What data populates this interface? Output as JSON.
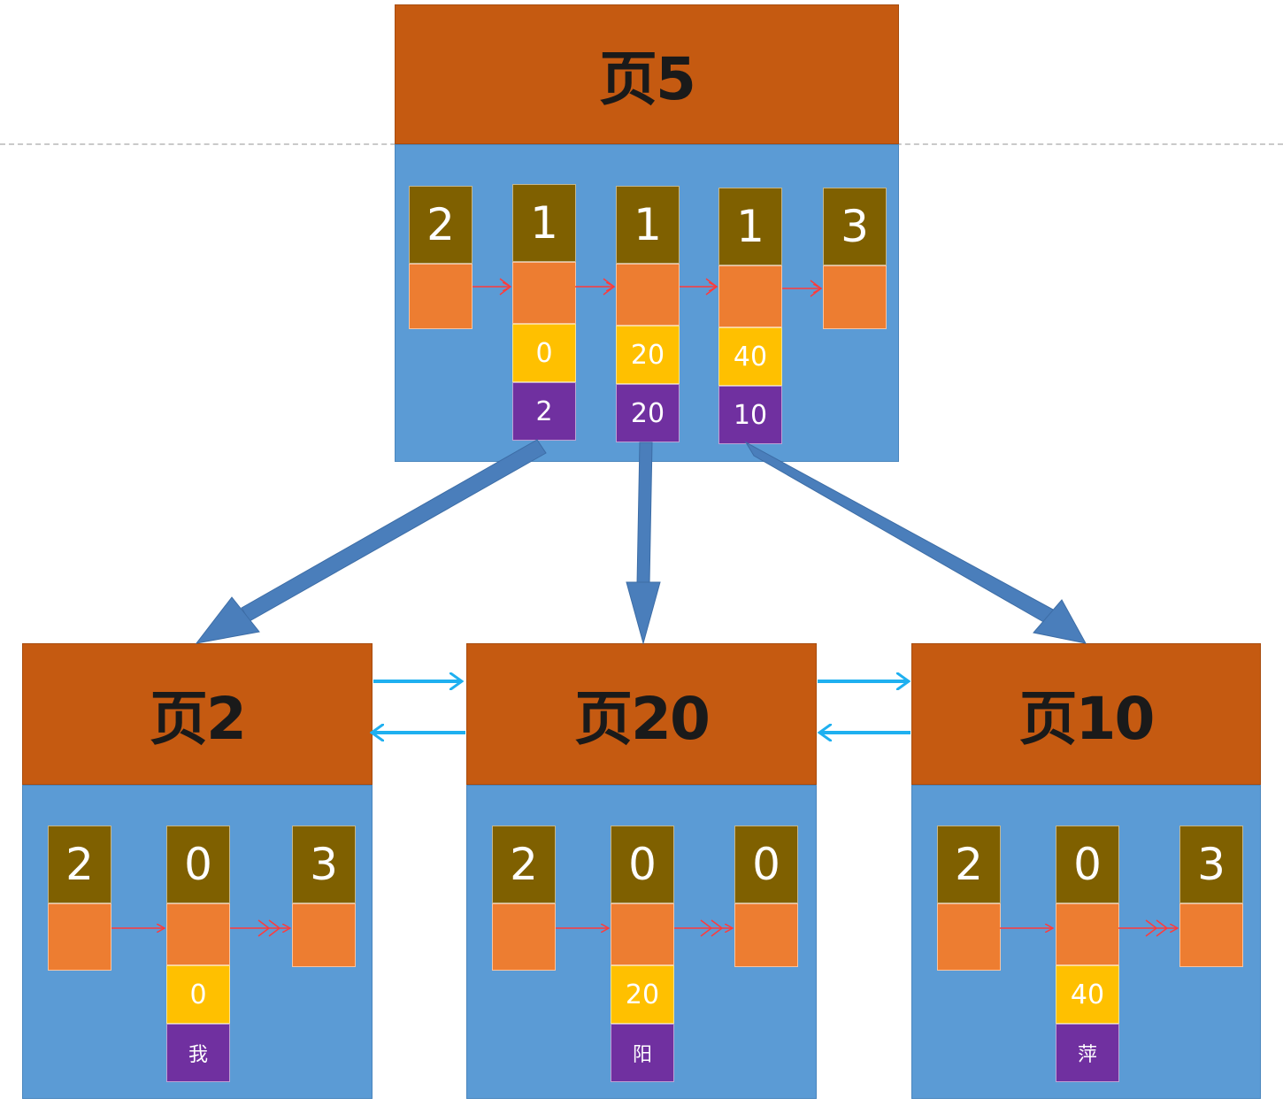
{
  "root": {
    "title": "页5",
    "records": [
      {
        "n_owned": "2"
      },
      {
        "n_owned": "1",
        "min_key": "0",
        "page_no": "2"
      },
      {
        "n_owned": "1",
        "min_key": "20",
        "page_no": "20"
      },
      {
        "n_owned": "1",
        "min_key": "40",
        "page_no": "10"
      },
      {
        "n_owned": "3"
      }
    ]
  },
  "leaves": [
    {
      "title": "页2",
      "records": [
        {
          "n_owned": "2"
        },
        {
          "n_owned": "0",
          "key": "0",
          "value": "我"
        },
        {
          "n_owned": "3"
        }
      ]
    },
    {
      "title": "页20",
      "records": [
        {
          "n_owned": "2"
        },
        {
          "n_owned": "0",
          "key": "20",
          "value": "阳"
        },
        {
          "n_owned": "0"
        }
      ]
    },
    {
      "title": "页10",
      "records": [
        {
          "n_owned": "2"
        },
        {
          "n_owned": "0",
          "key": "40",
          "value": "萍"
        },
        {
          "n_owned": "3"
        }
      ]
    }
  ],
  "colors": {
    "header": "#c55a11",
    "body": "#5b9bd5",
    "n_owned": "#7f6000",
    "record": "#ed7d31",
    "key": "#ffc000",
    "pointer": "#7030a0",
    "record_link": "#ff3b3b",
    "sibling_link": "#1fb0f0",
    "child_link": "#4a7ebb"
  }
}
